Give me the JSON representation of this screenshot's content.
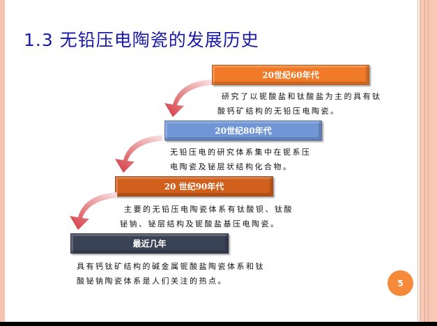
{
  "title": "1.3 无铅压电陶瓷的发展历史",
  "timeline": [
    {
      "label": "20世纪60年代",
      "color": "#f07a28",
      "text": "研究了以铌酸盐和钛酸盐为主的具有钛酸钙矿结构的无铅压电陶瓷。"
    },
    {
      "label": "20世纪80年代",
      "color": "#7196d6",
      "text": "无铅压电的研究体系集中在铌系压电陶瓷及铋层状结构化合物。"
    },
    {
      "label": "20 世纪90年代",
      "color": "#d0601c",
      "text": "主要的无铅压电陶瓷体系有钛酸钡、钛酸铋钠、铋层结构及铌酸盐基压电陶瓷。"
    },
    {
      "label": "最近几年",
      "color": "#3a4256",
      "text": "具有钙钛矿结构的碱金属铌酸盐陶瓷体系和钛酸铋钠陶瓷体系是人们关注的热点。"
    }
  ],
  "page_number": "5"
}
